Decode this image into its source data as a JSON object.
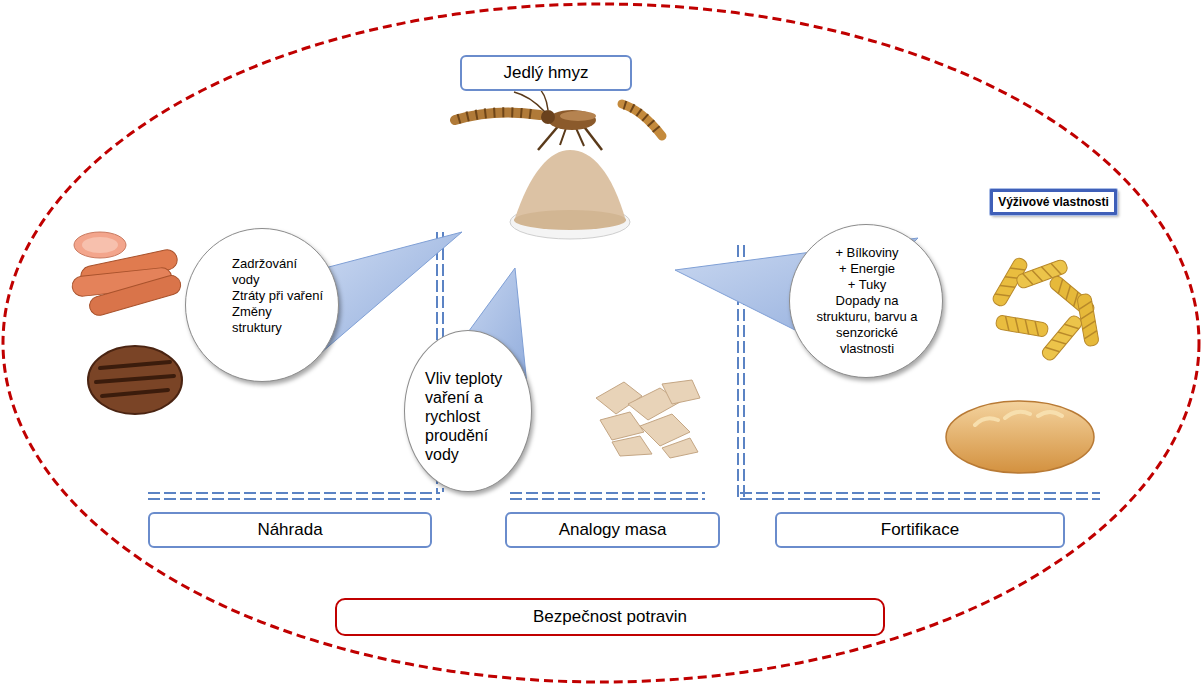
{
  "diagram": {
    "nodes": [
      {
        "text": [
          "Jedlý hmyz"
        ]
      },
      {
        "text": [
          "Výživové vlastnosti"
        ]
      },
      {
        "text": [
          "Zadržování vody",
          "Ztráty při vaření",
          "Změny struktury"
        ]
      },
      {
        "text": [
          "Vliv teploty vaření a rychlost proudění vody"
        ]
      },
      {
        "text": [
          "+ Bílkoviny",
          "+ Energie",
          "+ Tuky",
          "Dopady na strukturu, barvu a senzorické vlastnosti"
        ]
      },
      {
        "text": [
          "Náhrada"
        ]
      },
      {
        "text": [
          "Analogy masa"
        ]
      },
      {
        "text": [
          "Fortifikace"
        ]
      },
      {
        "text": [
          "Bezpečnost potravin"
        ]
      }
    ]
  }
}
